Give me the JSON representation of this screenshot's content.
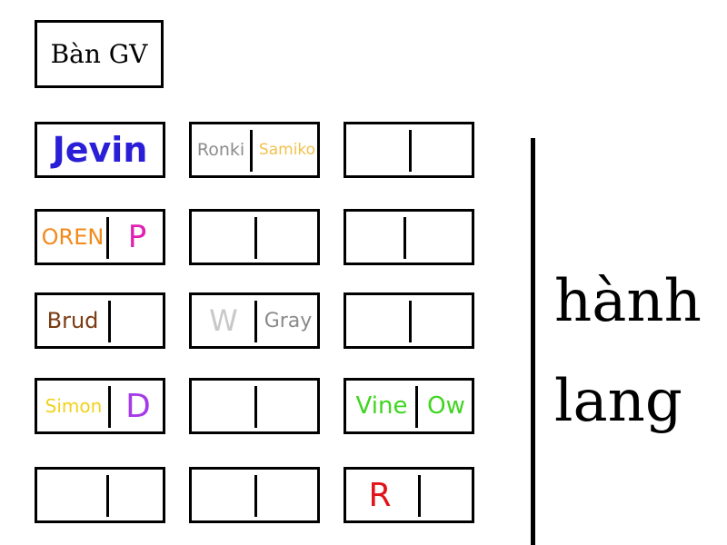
{
  "teacher_desk": {
    "label": "Bàn GV"
  },
  "hallway": {
    "line1": "hành",
    "line2": "lang"
  },
  "desks": [
    [
      {
        "full": "Jevin",
        "full_color": "#2a1fd6"
      },
      {
        "left": "Ronki",
        "left_color": "#8c8c8c",
        "right": "Samiko",
        "right_color": "#f2c14e"
      },
      {
        "left": "",
        "right": ""
      }
    ],
    [
      {
        "left": "OREN",
        "left_color": "#f28a1b",
        "right": "P",
        "right_color": "#e022b4"
      },
      {
        "left": "",
        "right": ""
      },
      {
        "left": "",
        "right": ""
      }
    ],
    [
      {
        "left": "Brud",
        "left_color": "#7a3b12",
        "right": ""
      },
      {
        "left": "W",
        "left_color": "#c8c8c8",
        "right": "Gray",
        "right_color": "#8a8a8a"
      },
      {
        "left": "",
        "right": ""
      }
    ],
    [
      {
        "left": "Simon",
        "left_color": "#f2d21b",
        "right": "D",
        "right_color": "#a53be8"
      },
      {
        "left": "",
        "right": ""
      },
      {
        "left": "Vine",
        "left_color": "#3fd61f",
        "right": "Ow",
        "right_color": "#3fd61f"
      }
    ],
    [
      {
        "left": "",
        "right": ""
      },
      {
        "left": "",
        "right": ""
      },
      {
        "left": "R",
        "left_color": "#e0141a",
        "right": ""
      }
    ]
  ]
}
